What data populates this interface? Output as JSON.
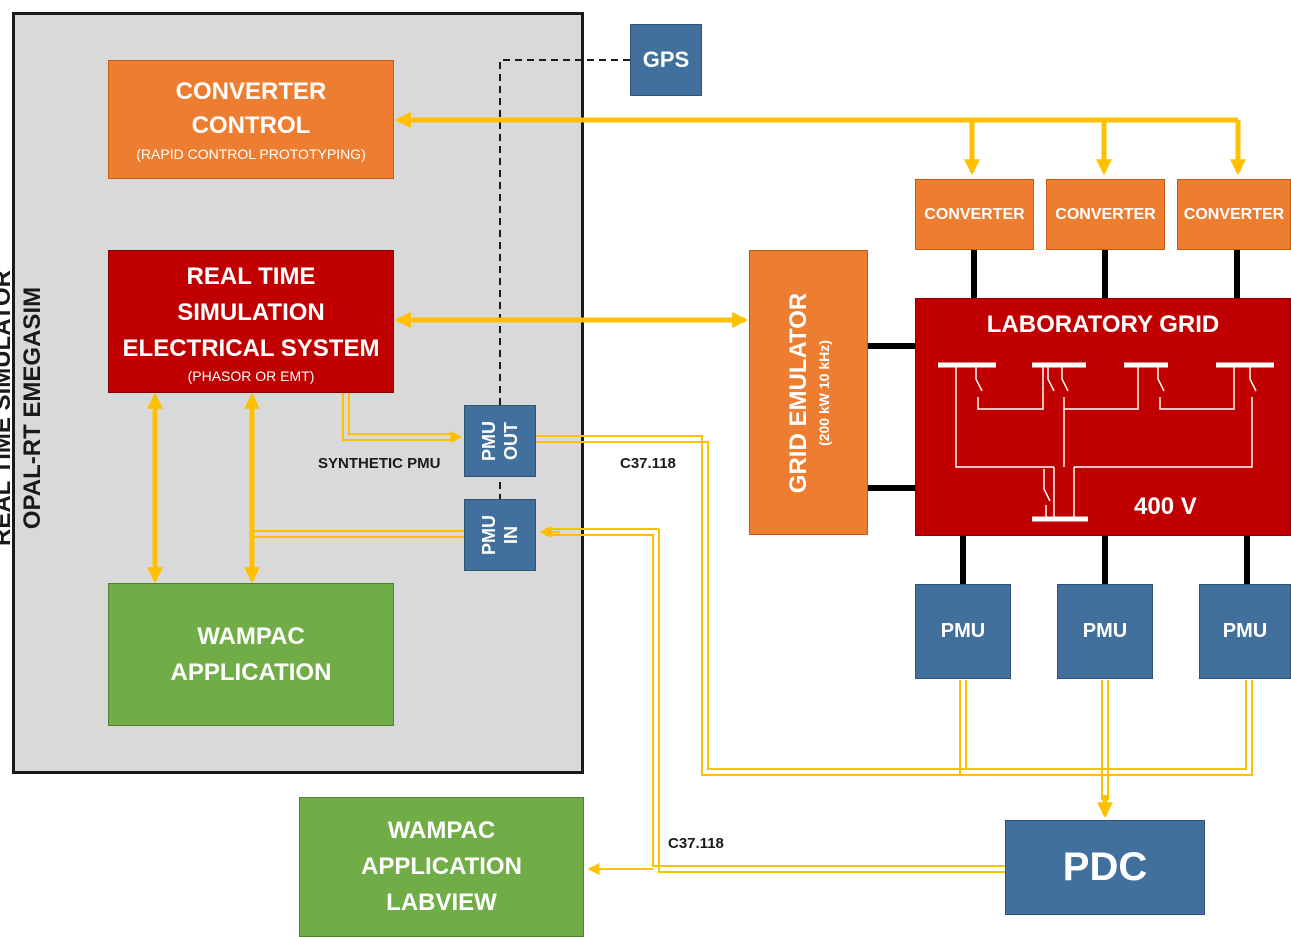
{
  "simulator": {
    "label_line1": "REAL TIME SIMULATOR",
    "label_line2": "OPAL-RT EMEGASIM"
  },
  "converter_control": {
    "line1": "CONVERTER",
    "line2": "CONTROL",
    "sub": "(RAPID CONTROL PROTOTYPING)"
  },
  "rt_simulation": {
    "line1": "REAL TIME",
    "line2": "SIMULATION",
    "line3": "ELECTRICAL SYSTEM",
    "sub": "(PHASOR OR EMT)"
  },
  "wampac_app": {
    "line1": "WAMPAC",
    "line2": "APPLICATION"
  },
  "wampac_labview": {
    "line1": "WAMPAC",
    "line2": "APPLICATION",
    "line3": "LABVIEW"
  },
  "gps": {
    "label": "GPS"
  },
  "pmu_out": {
    "line1": "PMU",
    "line2": "OUT"
  },
  "pmu_in": {
    "line1": "PMU",
    "line2": "IN"
  },
  "synthetic_pmu_label": "SYNTHETIC PMU",
  "protocol_label_top": "C37.118",
  "protocol_label_bottom": "C37.118",
  "grid_emulator": {
    "title": "GRID EMULATOR",
    "sub": "(200 kW 10 kHz)"
  },
  "converters": [
    "CONVERTER",
    "CONVERTER",
    "CONVERTER"
  ],
  "lab_grid": {
    "title": "LABORATORY GRID",
    "voltage": "400 V"
  },
  "pmus": [
    "PMU",
    "PMU",
    "PMU"
  ],
  "pdc": {
    "label": "PDC"
  },
  "colors": {
    "orange": "#ed7d31",
    "red": "#c00000",
    "green": "#70ad47",
    "blue": "#41709c",
    "arrow": "#ffc000",
    "panel": "#d9d9d9"
  }
}
